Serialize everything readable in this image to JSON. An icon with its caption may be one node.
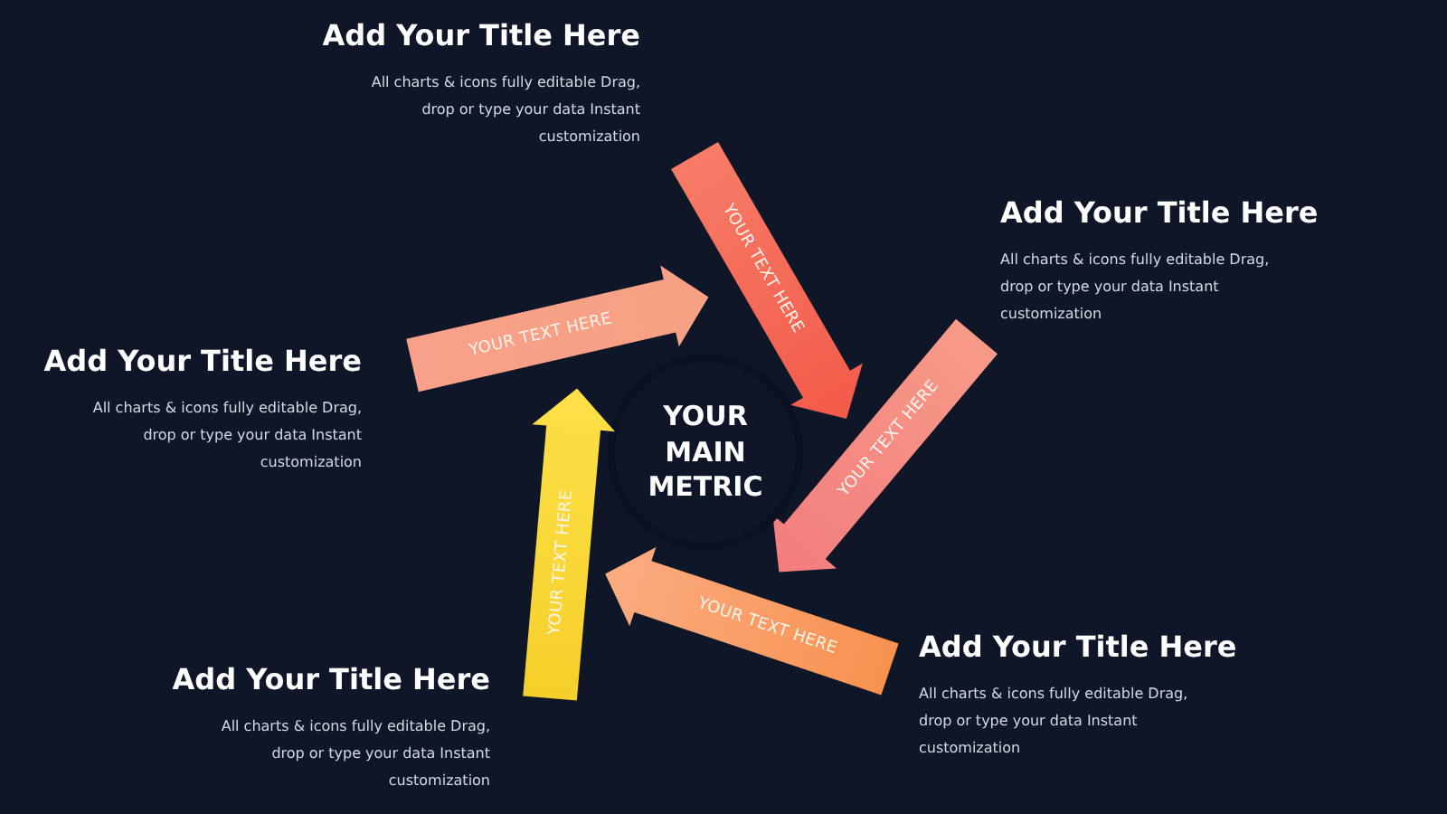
{
  "diagram": {
    "nodes": [
      {
        "text": [
          "YOUR TEXT HERE"
        ]
      },
      {
        "text": [
          "YOUR TEXT HERE"
        ]
      },
      {
        "text": [
          "YOUR TEXT HERE"
        ]
      },
      {
        "text": [
          "YOUR MAIN METRIC"
        ]
      },
      {
        "text": [
          "YOUR TEXT HERE"
        ]
      },
      {
        "text": [
          "YOUR TEXT HERE"
        ]
      }
    ],
    "labels": [
      "Add Your Title Here",
      "All charts & icons fully editable Drag, drop or type your data Instant customization",
      "Add Your Title Here",
      "All charts & icons fully editable Drag, drop or type your data Instant customization",
      "Add Your Title Here",
      "All charts & icons fully editable Drag, drop or type your data Instant customization",
      "Add Your Title Here",
      "All charts & icons fully editable Drag, drop or type your data Instant customization",
      "Add Your Title Here",
      "All charts & icons fully editable Drag, drop or type your data Instant customization"
    ]
  }
}
